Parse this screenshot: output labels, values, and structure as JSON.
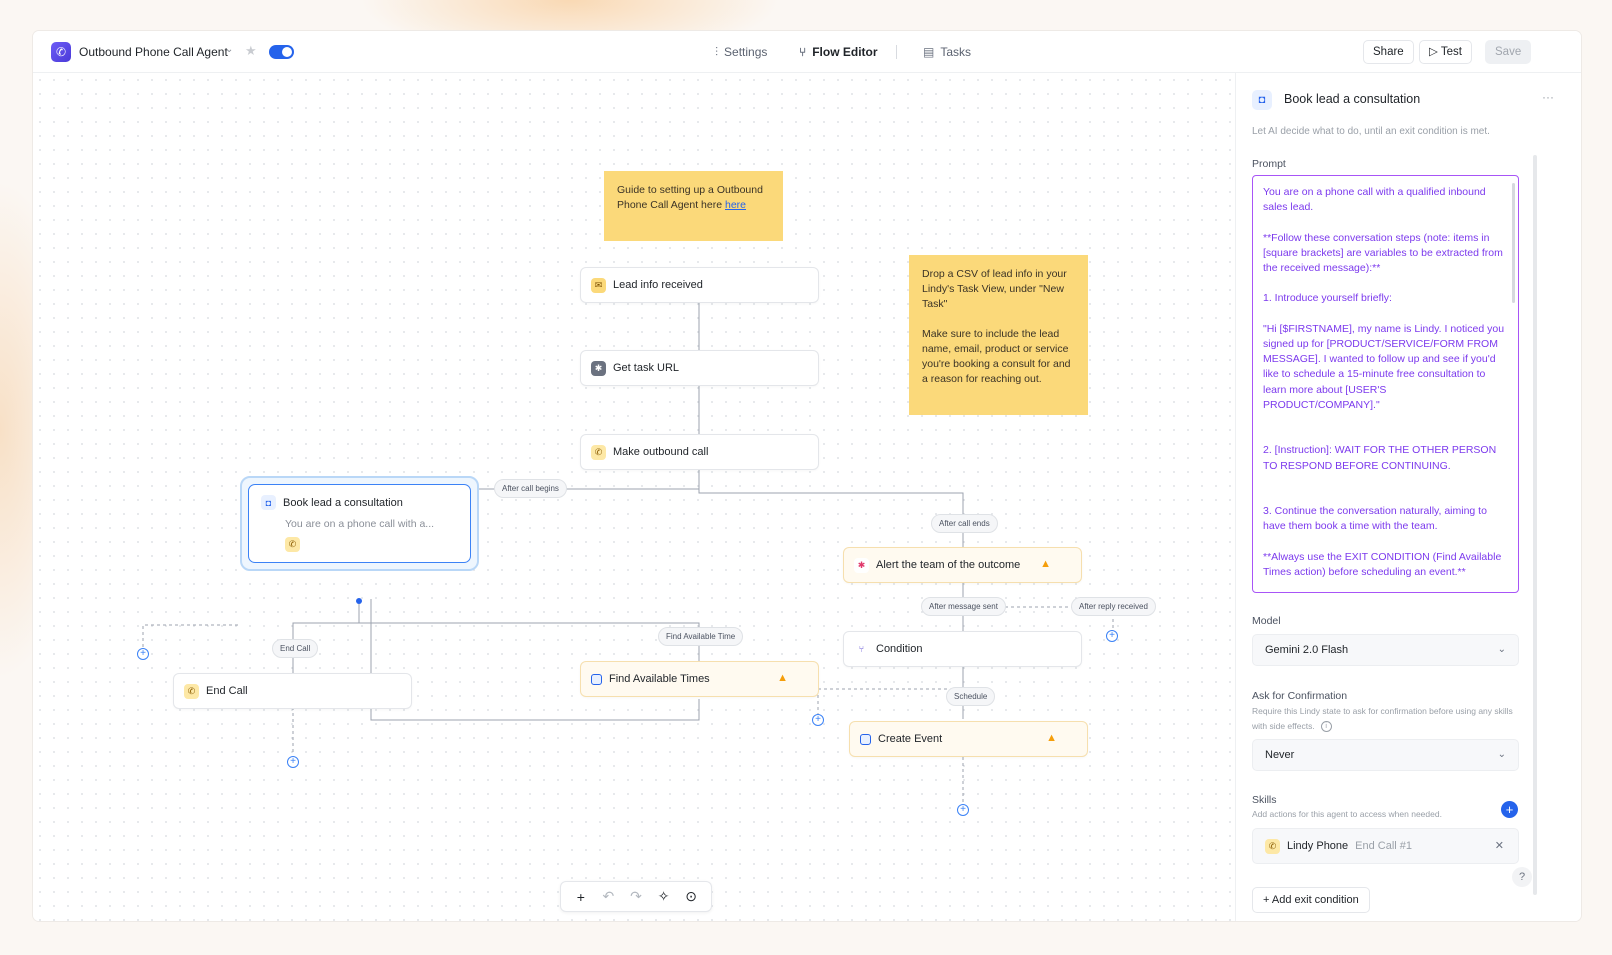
{
  "header": {
    "agent_name": "Outbound Phone Call Agent",
    "nav": {
      "settings": "Settings",
      "flow_editor": "Flow Editor",
      "tasks": "Tasks"
    },
    "buttons": {
      "share": "Share",
      "test": "Test",
      "save": "Save"
    }
  },
  "canvas": {
    "sticky_guide": {
      "text": "Guide to setting up a Outbound Phone Call Agent here ",
      "link": "here"
    },
    "sticky_csv": {
      "line1": "Drop a CSV of lead info in your Lindy's Task View, under \"New Task\"",
      "line2": "Make sure to include the lead name, email, product or service you're booking a consult for and a reason for reaching out."
    },
    "nodes": {
      "lead_info": "Lead info received",
      "get_task_url": "Get task URL",
      "outbound_call": "Make outbound call",
      "book_lead": "Book lead a consultation",
      "book_lead_sub": "You are on a phone call with a...",
      "alert_team": "Alert the team of the outcome",
      "condition": "Condition",
      "end_call": "End Call",
      "find_times": "Find Available Times",
      "create_event": "Create Event"
    },
    "edge_labels": {
      "after_call_begins": "After call begins",
      "after_call_ends": "After call ends",
      "after_message_sent": "After message sent",
      "after_reply_received": "After reply received",
      "find_available_time": "Find Available Time",
      "end_call": "End Call",
      "schedule": "Schedule"
    }
  },
  "panel": {
    "title": "Book lead a consultation",
    "description": "Let AI decide what to do, until an exit condition is met.",
    "prompt_label": "Prompt",
    "prompt_text": "You are on a phone call with a qualified inbound sales lead.\n\n**Follow these conversation steps (note: items in [square brackets] are variables to be extracted from the received message):**\n\n1. Introduce yourself briefly:\n\n\"Hi [$FIRSTNAME], my name is Lindy. I noticed you signed up for [PRODUCT/SERVICE/FORM FROM MESSAGE]. I wanted to follow up and see if you'd like to schedule a 15-minute free consultation to learn more about [USER'S PRODUCT/COMPANY].\"\n\n\n2. [Instruction]: WAIT FOR THE OTHER PERSON TO RESPOND BEFORE CONTINUING.\n\n\n3. Continue the conversation naturally, aiming to have them book a time with the team.\n\n**Always use the EXIT CONDITION (Find Available Times action) before scheduling an event.**",
    "model_label": "Model",
    "model_value": "Gemini 2.0 Flash",
    "confirm_label": "Ask for Confirmation",
    "confirm_hint": "Require this Lindy state to ask for confirmation before using any skills with side effects.",
    "confirm_value": "Never",
    "skills_label": "Skills",
    "skills_hint": "Add actions for this agent to access when needed.",
    "skill_name": "Lindy Phone",
    "skill_sub": "End Call #1",
    "exit_condition": "+ Add exit condition"
  },
  "colors": {
    "accent": "#2563eb",
    "sticky": "#fbd97a",
    "prompt": "#7c3aed",
    "warning": "#f59e0b"
  }
}
